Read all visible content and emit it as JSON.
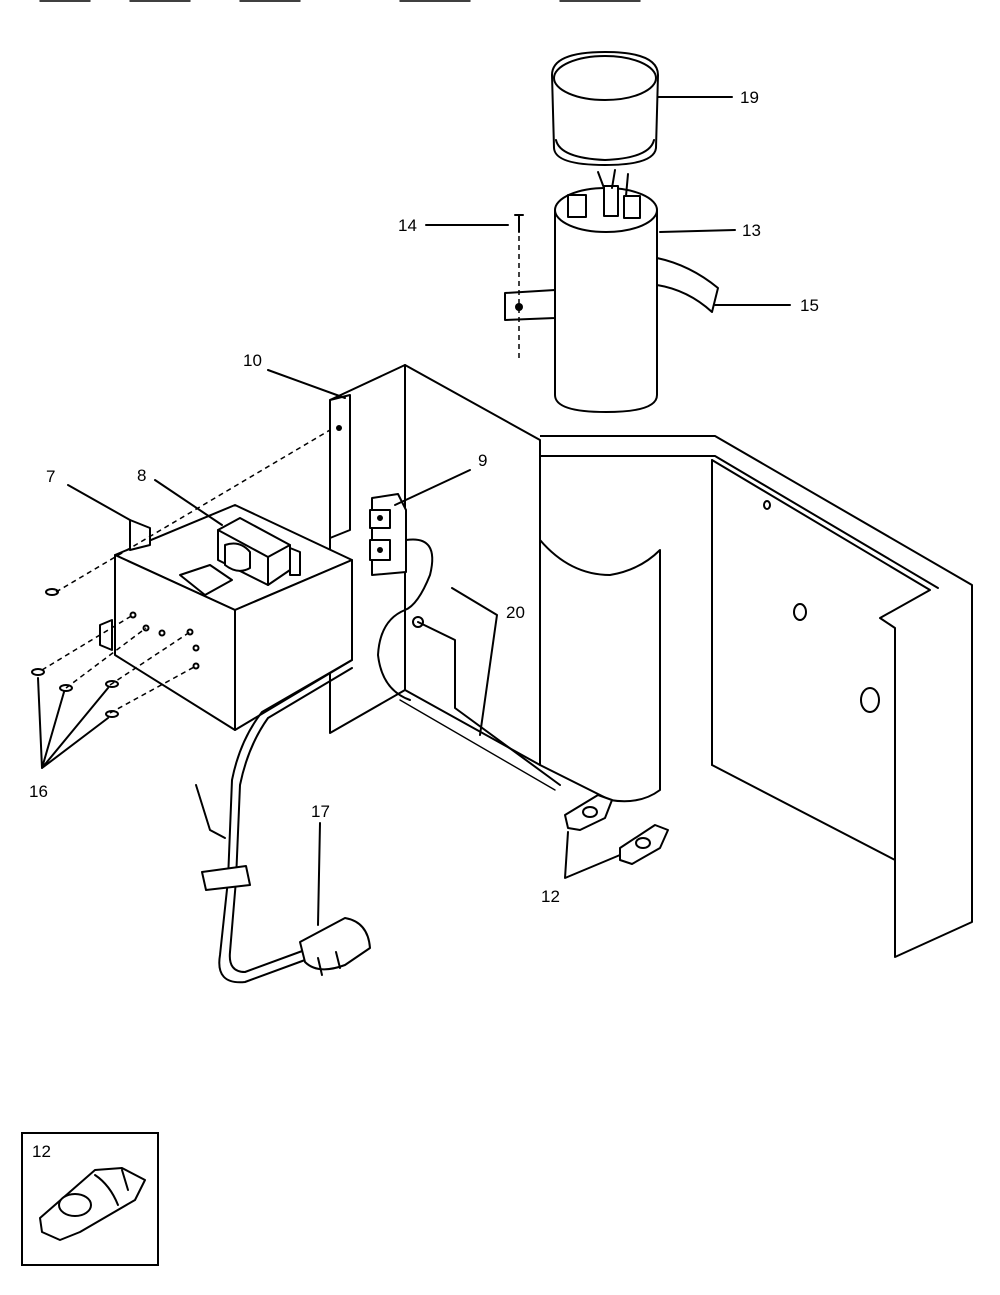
{
  "callouts": {
    "c19": "19",
    "c14": "14",
    "c13": "13",
    "c15": "15",
    "c10": "10",
    "c9": "9",
    "c7": "7",
    "c8": "8",
    "c20": "20",
    "c16": "16",
    "c17": "17",
    "c12": "12"
  },
  "inset": {
    "label": "12"
  }
}
